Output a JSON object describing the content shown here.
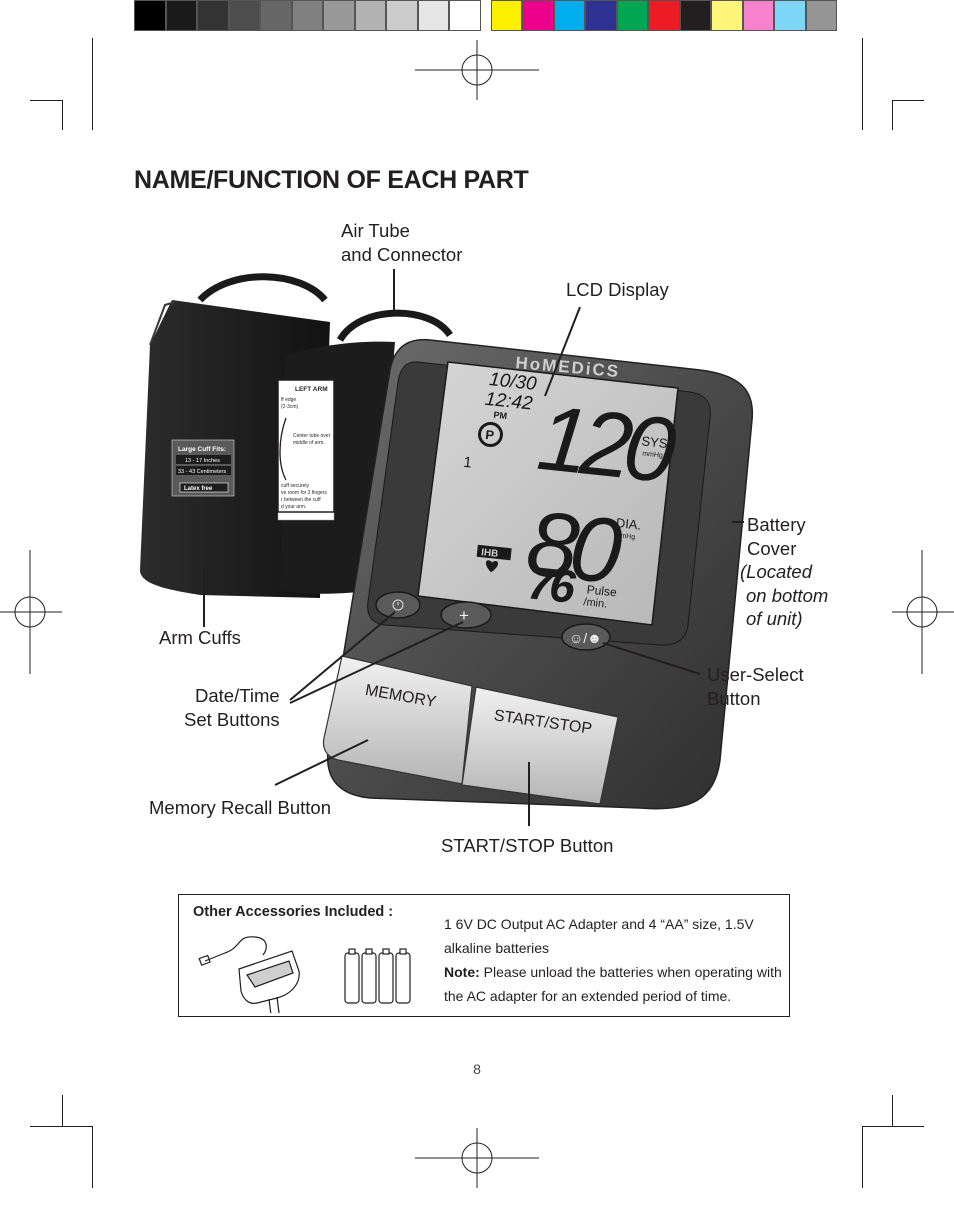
{
  "title": "NAME/FUNCTION OF EACH PART",
  "color_bar": {
    "grays": [
      "#000000",
      "#1a1a1a",
      "#333333",
      "#4d4d4d",
      "#666666",
      "#808080",
      "#999999",
      "#b3b3b3",
      "#cccccc",
      "#e6e6e6",
      "#ffffff"
    ],
    "colors": [
      "#ffef00",
      "#ec008c",
      "#00aeef",
      "#2e3192",
      "#00a651",
      "#ed1c24",
      "#231f20",
      "#fff57a",
      "#f783ce",
      "#7fd7f7",
      "#959595"
    ]
  },
  "labels": {
    "air_tube_1": "Air Tube",
    "air_tube_2": "and Connector",
    "lcd": "LCD Display",
    "battery_1": "Battery",
    "battery_2": "Cover",
    "battery_3": "(Located",
    "battery_4": "on bottom",
    "battery_5": "of unit)",
    "arm_cuffs": "Arm Cuffs",
    "datetime_1": "Date/Time",
    "datetime_2": "Set Buttons",
    "user_select_1": "User-Select",
    "user_select_2": "Button",
    "memory_recall": "Memory Recall Button",
    "startstop": "START/STOP Button"
  },
  "device": {
    "brand": "HoMEDiCS",
    "date": "10/30",
    "time": "12:42",
    "pm": "PM",
    "user": "1",
    "ihb": "IHB",
    "sys": "120",
    "dia": "80",
    "pulse": "76",
    "sys_label": "SYS.",
    "dia_label": "DIA.",
    "pulse_label_1": "Pulse",
    "pulse_label_2": "/min.",
    "unit": "mmHg",
    "memory_button": "MEMORY",
    "startstop_button": "START/STOP",
    "plus": "+"
  },
  "cuff": {
    "left_arm": "LEFT ARM",
    "fits_title": "Large Cuff Fits:",
    "fits_inches": "13 - 17 Inches",
    "fits_cm": "33 - 43 Centimeters",
    "latex": "Latex free",
    "text_1": "ff edge",
    "text_2": "(2-3cm)",
    "text_3": "Center tube over",
    "text_4": "middle of arm.",
    "text_5": "cuff securely",
    "text_6": "ve room for 2 fingers",
    "text_7": "r between the cuff",
    "text_8": "d your arm."
  },
  "accessories": {
    "heading": "Other Accessories Included :",
    "line1": "1 6V DC Output AC Adapter and 4 “AA” size, 1.5V alkaline batteries",
    "note_label": "Note:",
    "note_text": " Please unload the batteries when operating with the AC adapter for an extended period of time."
  },
  "page_number": "8"
}
